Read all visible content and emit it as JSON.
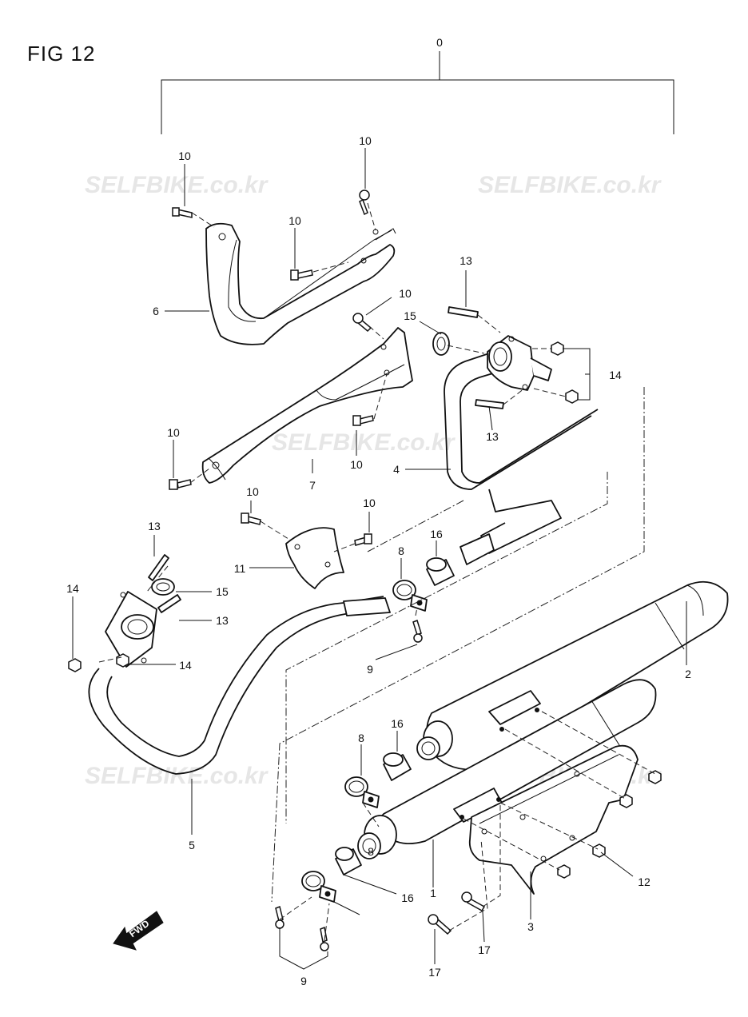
{
  "figure": {
    "title": "FIG 12"
  },
  "watermark": {
    "text": "SELFBIKE.co.kr"
  },
  "fwd_arrow": {
    "label": "FWD"
  },
  "callouts": [
    {
      "id": "c0",
      "label": "0"
    },
    {
      "id": "c1",
      "label": "1"
    },
    {
      "id": "c2",
      "label": "2"
    },
    {
      "id": "c3",
      "label": "3"
    },
    {
      "id": "c4",
      "label": "4"
    },
    {
      "id": "c5",
      "label": "5"
    },
    {
      "id": "c6",
      "label": "6"
    },
    {
      "id": "c7",
      "label": "7"
    },
    {
      "id": "c8a",
      "label": "8"
    },
    {
      "id": "c8b",
      "label": "8"
    },
    {
      "id": "c8c",
      "label": "8"
    },
    {
      "id": "c9a",
      "label": "9"
    },
    {
      "id": "c9b",
      "label": "9"
    },
    {
      "id": "c10a",
      "label": "10"
    },
    {
      "id": "c10b",
      "label": "10"
    },
    {
      "id": "c10c",
      "label": "10"
    },
    {
      "id": "c10d",
      "label": "10"
    },
    {
      "id": "c10e",
      "label": "10"
    },
    {
      "id": "c10f",
      "label": "10"
    },
    {
      "id": "c10g",
      "label": "10"
    },
    {
      "id": "c10h",
      "label": "10"
    },
    {
      "id": "c11",
      "label": "11"
    },
    {
      "id": "c12",
      "label": "12"
    },
    {
      "id": "c13a",
      "label": "13"
    },
    {
      "id": "c13b",
      "label": "13"
    },
    {
      "id": "c13c",
      "label": "13"
    },
    {
      "id": "c13d",
      "label": "13"
    },
    {
      "id": "c14a",
      "label": "14"
    },
    {
      "id": "c14b",
      "label": "14"
    },
    {
      "id": "c14c",
      "label": "14"
    },
    {
      "id": "c15a",
      "label": "15"
    },
    {
      "id": "c15b",
      "label": "15"
    },
    {
      "id": "c16a",
      "label": "16"
    },
    {
      "id": "c16b",
      "label": "16"
    },
    {
      "id": "c16c",
      "label": "16"
    },
    {
      "id": "c17a",
      "label": "17"
    },
    {
      "id": "c17b",
      "label": "17"
    }
  ]
}
